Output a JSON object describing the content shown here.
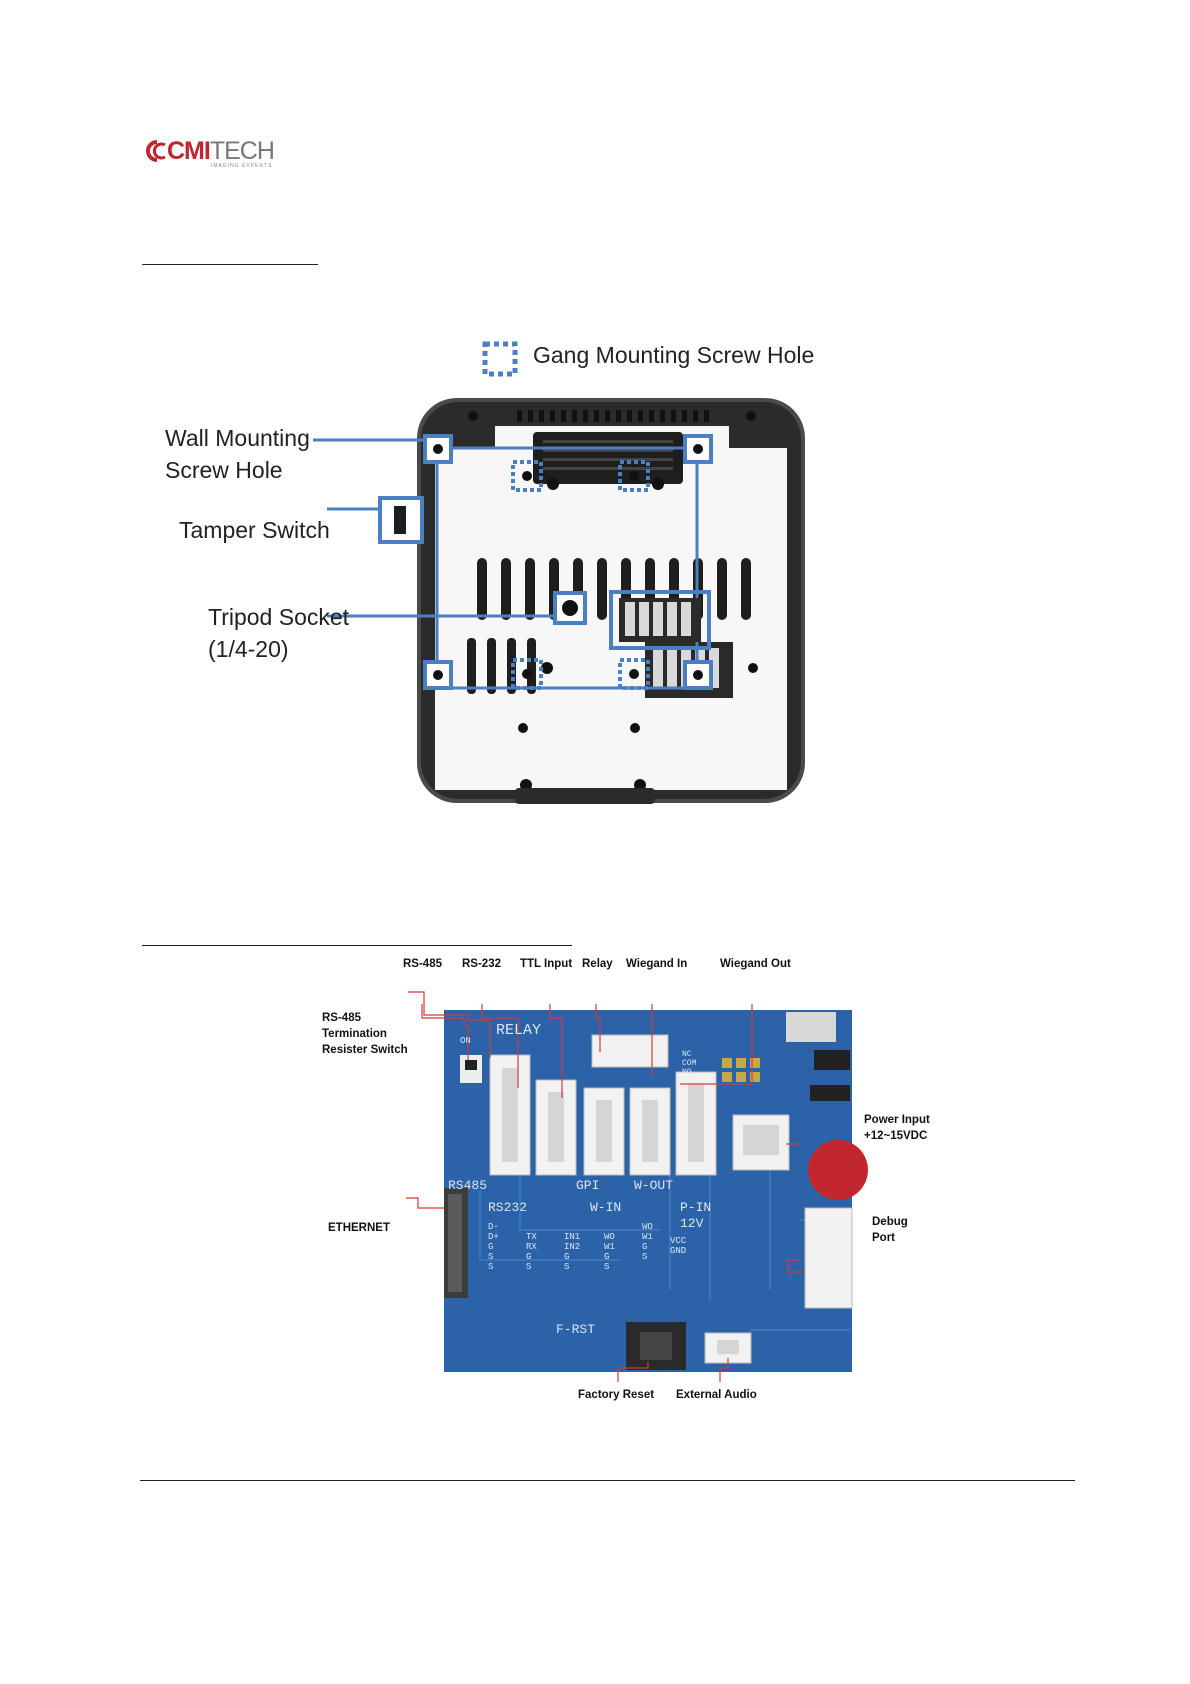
{
  "logo": {
    "brand_a": "CMI",
    "brand_b": "TECH",
    "tagline": "IMAGING EXPERTS"
  },
  "figure1": {
    "legend": "Gang Mounting Screw Hole",
    "wall_mount_l1": "Wall Mounting",
    "wall_mount_l2": "Screw Hole",
    "tamper": "Tamper Switch",
    "tripod_l1": "Tripod Socket",
    "tripod_l2": "(1/4-20)"
  },
  "figure2": {
    "top_labels": [
      "RS-485",
      "RS-232",
      "TTL Input",
      "Relay",
      "Wiegand In",
      "Wiegand Out"
    ],
    "termination": [
      "RS-485",
      "Termination",
      "Resister Switch"
    ],
    "ethernet": "ETHERNET",
    "power": [
      "Power Input",
      "+12~15VDC"
    ],
    "debug": [
      "Debug",
      "Port"
    ],
    "factory_reset": "Factory Reset",
    "external_audio": "External Audio",
    "silkscreen": {
      "relay": "RELAY",
      "rs485": "RS485",
      "rs232": "RS232",
      "gpi": "GPI",
      "wout": "W-OUT",
      "win": "W-IN",
      "pin": "P-IN",
      "v12": "12V",
      "frst": "F-RST",
      "on": "ON",
      "col_rs485": [
        "D-",
        "D+",
        "G",
        "S",
        "S"
      ],
      "col_rs232": [
        "TX",
        "RX",
        "G",
        "S"
      ],
      "col_gpi": [
        "IN1",
        "IN2",
        "G",
        "S"
      ],
      "col_win": [
        "WO",
        "W1",
        "G",
        "S"
      ],
      "col_wout": [
        "WO",
        "W1",
        "G",
        "S"
      ],
      "col_pin": [
        "VCC",
        "GND"
      ],
      "relay_pins": [
        "NC",
        "COM",
        "NO"
      ]
    }
  }
}
